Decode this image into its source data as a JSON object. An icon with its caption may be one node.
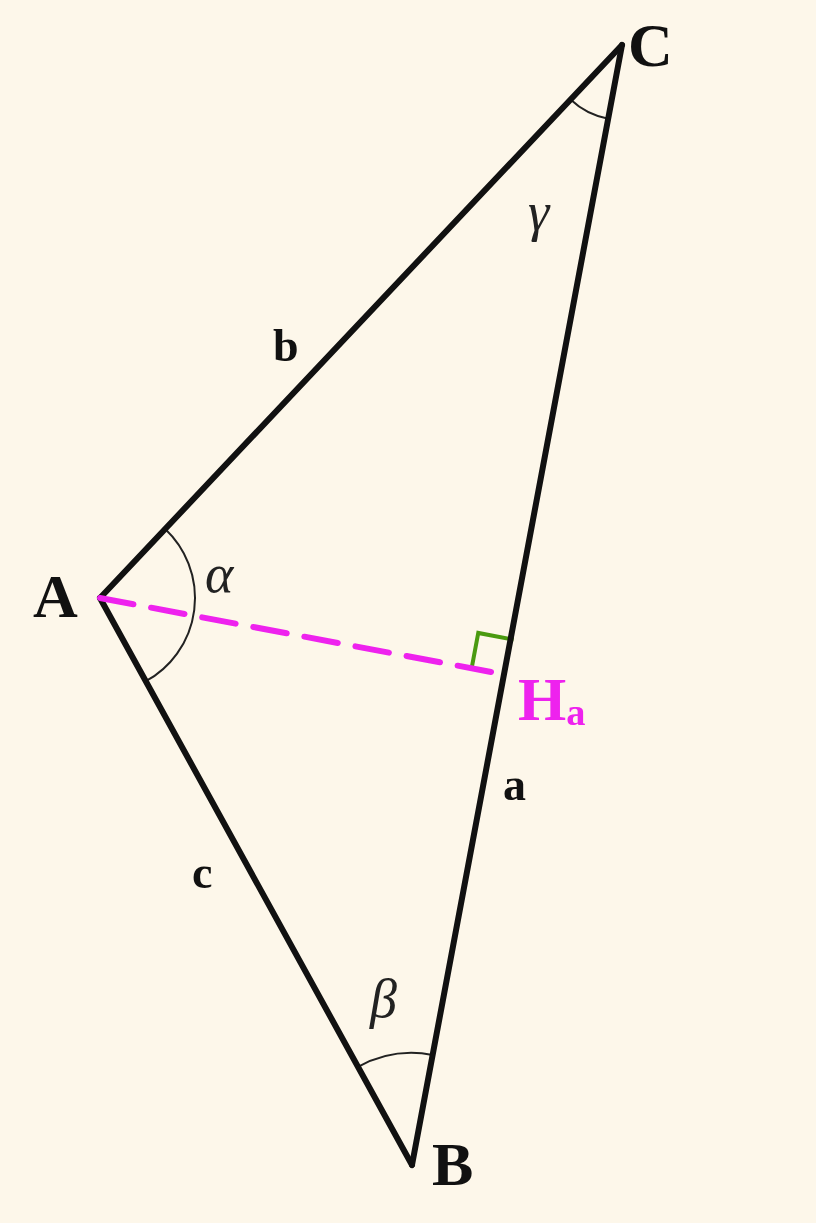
{
  "diagram": {
    "nodes": [
      {
        "text": [
          "C"
        ]
      },
      {
        "text": [
          "A"
        ]
      },
      {
        "text": [
          "H$_{a}$"
        ]
      },
      {
        "text": [
          "B"
        ]
      }
    ],
    "edges": [
      {
        "from": 1,
        "to": 0,
        "arrow": "none",
        "label": "b"
      },
      {
        "from": 1,
        "to": 3,
        "arrow": "none",
        "label": "c"
      },
      {
        "from": 3,
        "to": 0,
        "arrow": "none",
        "label": "a"
      },
      {
        "from": 1,
        "to": 2,
        "arrow": "none",
        "style": "dashed",
        "color": "#ee22ee"
      }
    ],
    "labels": [
      "γ",
      "α",
      "β"
    ]
  }
}
